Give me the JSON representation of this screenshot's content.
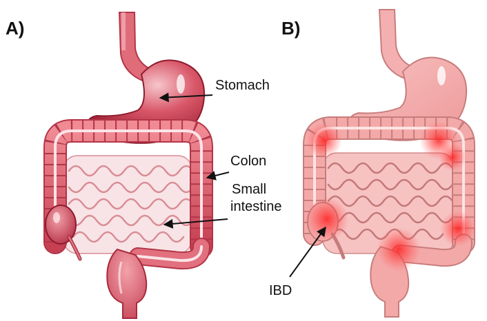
{
  "panels": {
    "a": {
      "label": "A)"
    },
    "b": {
      "label": "B)"
    }
  },
  "labels": {
    "stomach": "Stomach",
    "colon": "Colon",
    "small_intestine_line1": "Small",
    "small_intestine_line2": "intestine",
    "ibd": "IBD"
  },
  "colors": {
    "healthy_tissue": "#e8707a",
    "healthy_dark": "#c23a4b",
    "small_intestine": "#fbeff0",
    "inflamed_tissue": "#f4aaaa",
    "inflamed_outline": "#c77c7c",
    "inflammation": "#ff2a2a"
  }
}
